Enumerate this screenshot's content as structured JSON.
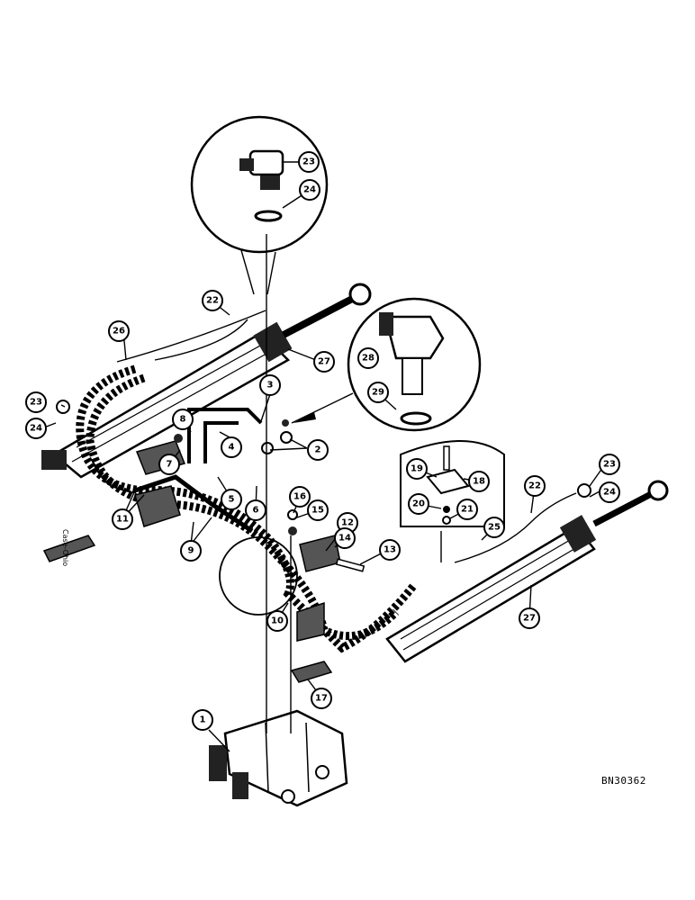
{
  "diagram": {
    "drawing_number": "BN30362",
    "side_text": "Case-Ohio",
    "callouts": [
      "1",
      "2",
      "3",
      "4",
      "5",
      "6",
      "7",
      "8",
      "9",
      "10",
      "11",
      "12",
      "13",
      "14",
      "15",
      "16",
      "17",
      "18",
      "19",
      "20",
      "21",
      "22",
      "22",
      "23",
      "23",
      "23",
      "24",
      "24",
      "24",
      "25",
      "26",
      "27",
      "27",
      "28",
      "29"
    ]
  }
}
